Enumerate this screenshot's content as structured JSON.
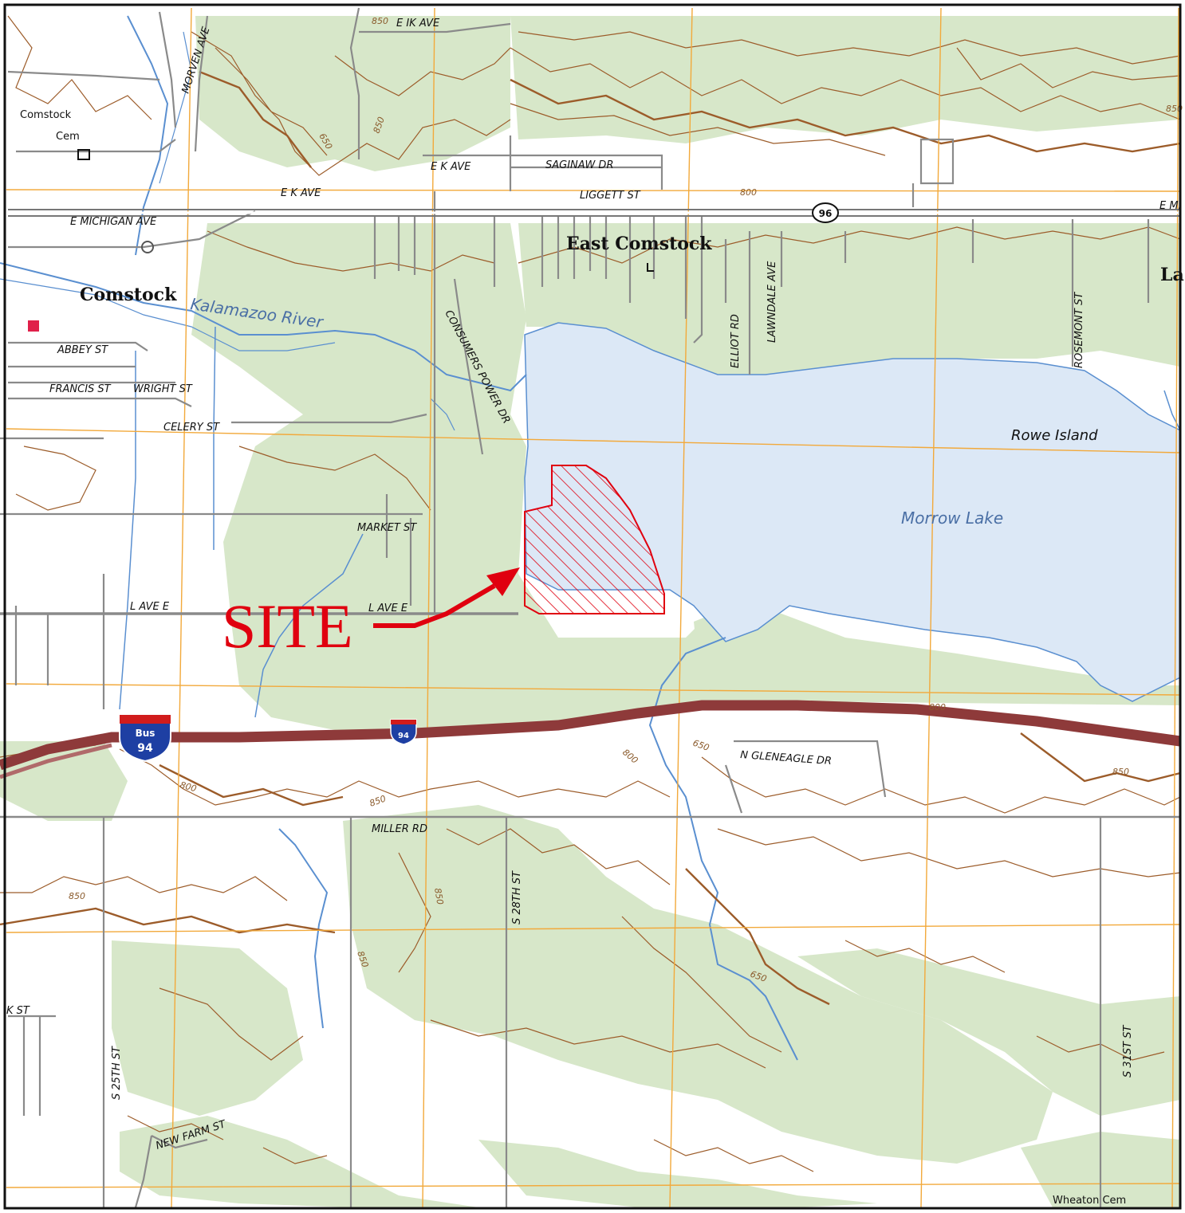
{
  "map": {
    "towns": {
      "comstock": "Comstock",
      "east_comstock": "East Comstock",
      "la": "La"
    },
    "water": {
      "river": "Kalamazoo River",
      "lake": "Morrow Lake",
      "island": "Rowe Island"
    },
    "cemeteries": {
      "comstock_cem_line1": "Comstock",
      "comstock_cem_line2": "Cem",
      "wheaton": "Wheaton Cem"
    },
    "roads": {
      "e_ik_ave": "E IK AVE",
      "morven_ave": "MORVEN AVE",
      "e_k_ave_west": "E K AVE",
      "e_k_ave_east": "E K AVE",
      "saginaw_dr": "SAGINAW DR",
      "liggett_st": "LIGGETT ST",
      "e_michigan_ave": "E MICHIGAN AVE",
      "e_mi_east": "E MI",
      "abbey_st": "ABBEY ST",
      "francis_st": "FRANCIS ST",
      "wright_st": "WRIGHT ST",
      "celery_st": "CELERY ST",
      "consumers_power_dr": "CONSUMERS POWER DR",
      "elliot_rd": "ELLIOT RD",
      "lawndale_ave": "LAWNDALE AVE",
      "rosemont_st": "ROSEMONT ST",
      "market_st": "MARKET ST",
      "l_ave_e_west": "L AVE E",
      "l_ave_e_east": "L AVE E",
      "n_gleneagle_dr": "N GLENEAGLE DR",
      "miller_rd": "MILLER RD",
      "s_28th_st": "S 28TH ST",
      "s_25th_st": "S 25TH ST",
      "s_31st_st": "S 31ST ST",
      "new_farm_st": "NEW FARM ST",
      "k_st": "K ST"
    },
    "shields": {
      "route_96": "96",
      "bus_label": "Bus",
      "bus_number": "94",
      "interstate_number": "94"
    },
    "contours": [
      "850",
      "850",
      "850",
      "800",
      "800",
      "650",
      "650",
      "850",
      "850",
      "800",
      "800",
      "650",
      "850",
      "850",
      "850",
      "650"
    ],
    "site_label": "SITE",
    "colors": {
      "water": "#dce8f6",
      "water_line": "#5a8fd0",
      "vegetation": "#d7e7c9",
      "contour": "#9c5c2a",
      "road": "#8a8a8a",
      "grid": "#f2a93b",
      "interstate": "#8e3a3a",
      "site": "#e0000f"
    }
  }
}
